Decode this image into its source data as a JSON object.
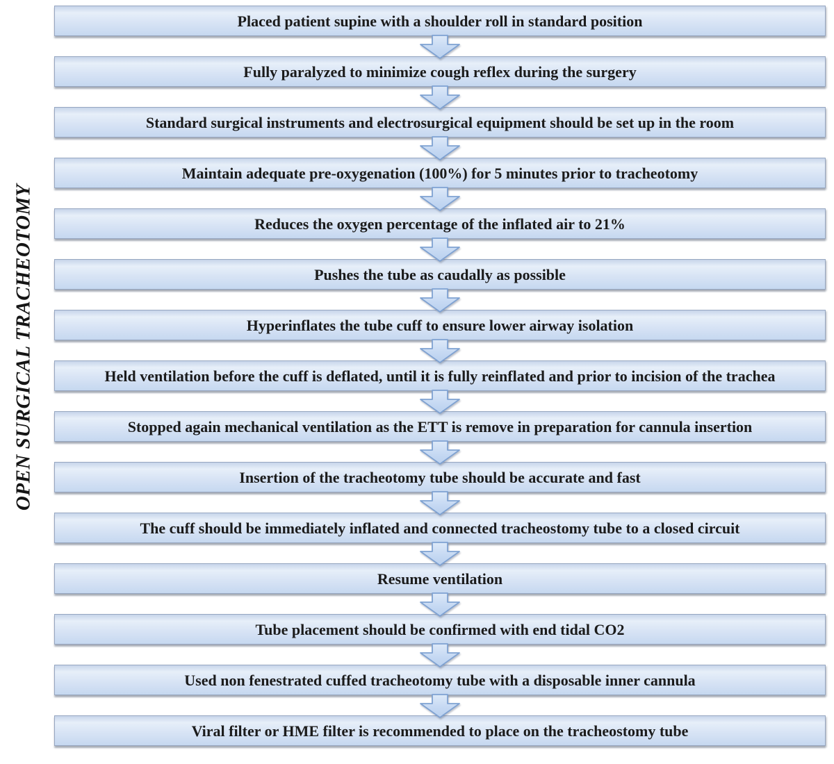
{
  "title": "OPEN SURGICAL TRACHEOTOMY",
  "flowchart": {
    "steps": [
      "Placed patient supine with a shoulder roll in standard position",
      "Fully paralyzed to minimize cough reflex during the surgery",
      "Standard surgical instruments and electrosurgical equipment should be set up in the room",
      "Maintain adequate pre-oxygenation (100%) for 5 minutes prior to tracheotomy",
      "Reduces the oxygen percentage of the inflated air to 21%",
      "Pushes the tube as caudally as possible",
      "Hyperinflates the tube cuff to ensure lower airway isolation",
      "Held ventilation before the cuff is deflated, until it is fully reinflated and prior to incision of the trachea",
      "Stopped again mechanical ventilation as the ETT is remove in preparation for cannula insertion",
      "Insertion of the tracheotomy tube should be accurate and fast",
      "The cuff should be immediately inflated and connected tracheostomy tube to a closed circuit",
      "Resume ventilation",
      "Tube placement should be confirmed with end tidal CO2",
      "Used non fenestrated cuffed tracheotomy tube with a disposable inner cannula",
      "Viral filter or HME filter is recommended to place on the tracheostomy tube"
    ]
  },
  "colors": {
    "box_fill_top": "#c7d5ea",
    "box_fill_mid": "#e7eff9",
    "box_fill_bottom": "#c6d8f0",
    "box_border": "#96a6c0",
    "arrow_fill_top": "#dde9f8",
    "arrow_fill_bottom": "#b9d0ee",
    "arrow_border": "#7fa2d2",
    "text": "#1b1b1b"
  }
}
